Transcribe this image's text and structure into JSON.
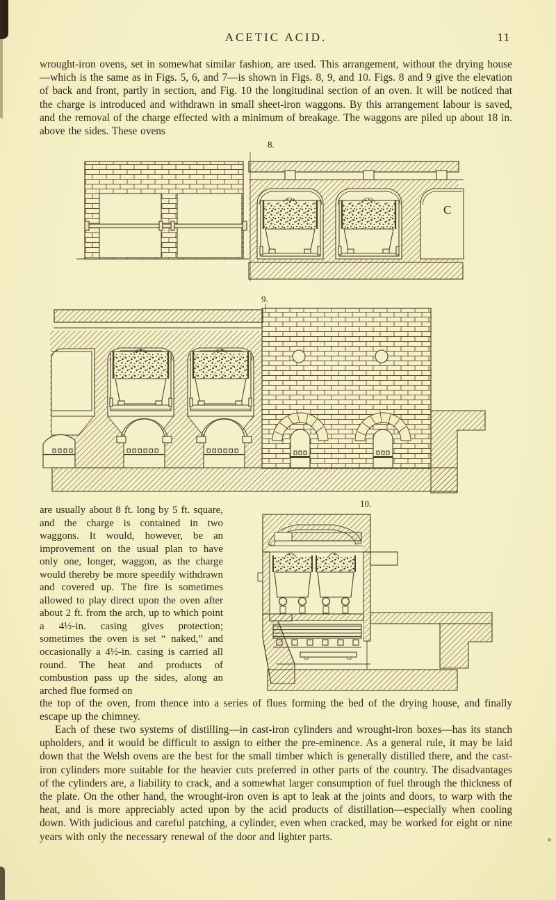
{
  "document": {
    "header": {
      "title": "ACETIC ACID.",
      "page_number": "11"
    },
    "body": {
      "paragraph_1": "wrought-iron ovens, set in somewhat similar fashion, are used.  This arrangement, without the drying house—which is the same as in Figs. 5, 6, and 7—is shown in Figs. 8, 9, and 10.  Figs. 8 and 9 give the elevation of back and front, partly in section, and Fig. 10 the longitudinal section of an oven.  It will be noticed that the charge is introduced and withdrawn in small sheet-iron waggons.  By this arrangement labour is saved, and the removal of the charge effected with a minimum of breakage.  The waggons are piled up about 18 in. above the sides.  These ovens",
      "column_paragraph": "are usually about 8 ft. long by 5 ft. square, and the charge is contained in two waggons.  It would, however, be an improvement on the usual plan to have only one, longer, waggon, as the charge would thereby be more speedily withdrawn and covered up.  The fire is sometimes allowed to play direct upon the oven after about 2 ft. from the arch, up to which point a 4½-in. casing gives protection; sometimes the oven is set “ naked,” and occasionally a 4½-in. casing is carried all round.  The heat and products of combustion pass up the sides, along an arched flue formed on",
      "continuation": "the top of the oven, from thence into a series of flues forming the bed of the drying house, and finally escape up the chimney.",
      "paragraph_2": "Each of these two systems of distilling—in cast-iron cylinders and wrought-iron boxes—has its stanch upholders, and it would be difficult to assign to either the pre-eminence.  As a general rule, it may be laid down that the Welsh ovens are the best for the small timber which is generally distilled there, and the cast-iron cylinders more suitable for the heavier cuts preferred in other parts of the country.  The disadvantages of the cylinders are, a liability to crack, and a somewhat larger consumption of fuel through the thickness of the plate.  On the other hand, the wrought-iron oven is apt to leak at the joints and doors, to warp with the heat, and is more appreciably acted upon by the acid products of distillation—especially when cooling down.  With judicious and careful patching, a cylinder, even when cracked, may be worked for eight or nine years with only the necessary renewal of the door and lighter parts."
    },
    "figures": [
      {
        "label": "8.",
        "annotation": "C"
      },
      {
        "label": "9."
      },
      {
        "label": "10."
      }
    ],
    "colors": {
      "paper": "#f5f0c7",
      "ink": "#2d271d",
      "engraving_line": "#4a4030"
    }
  }
}
